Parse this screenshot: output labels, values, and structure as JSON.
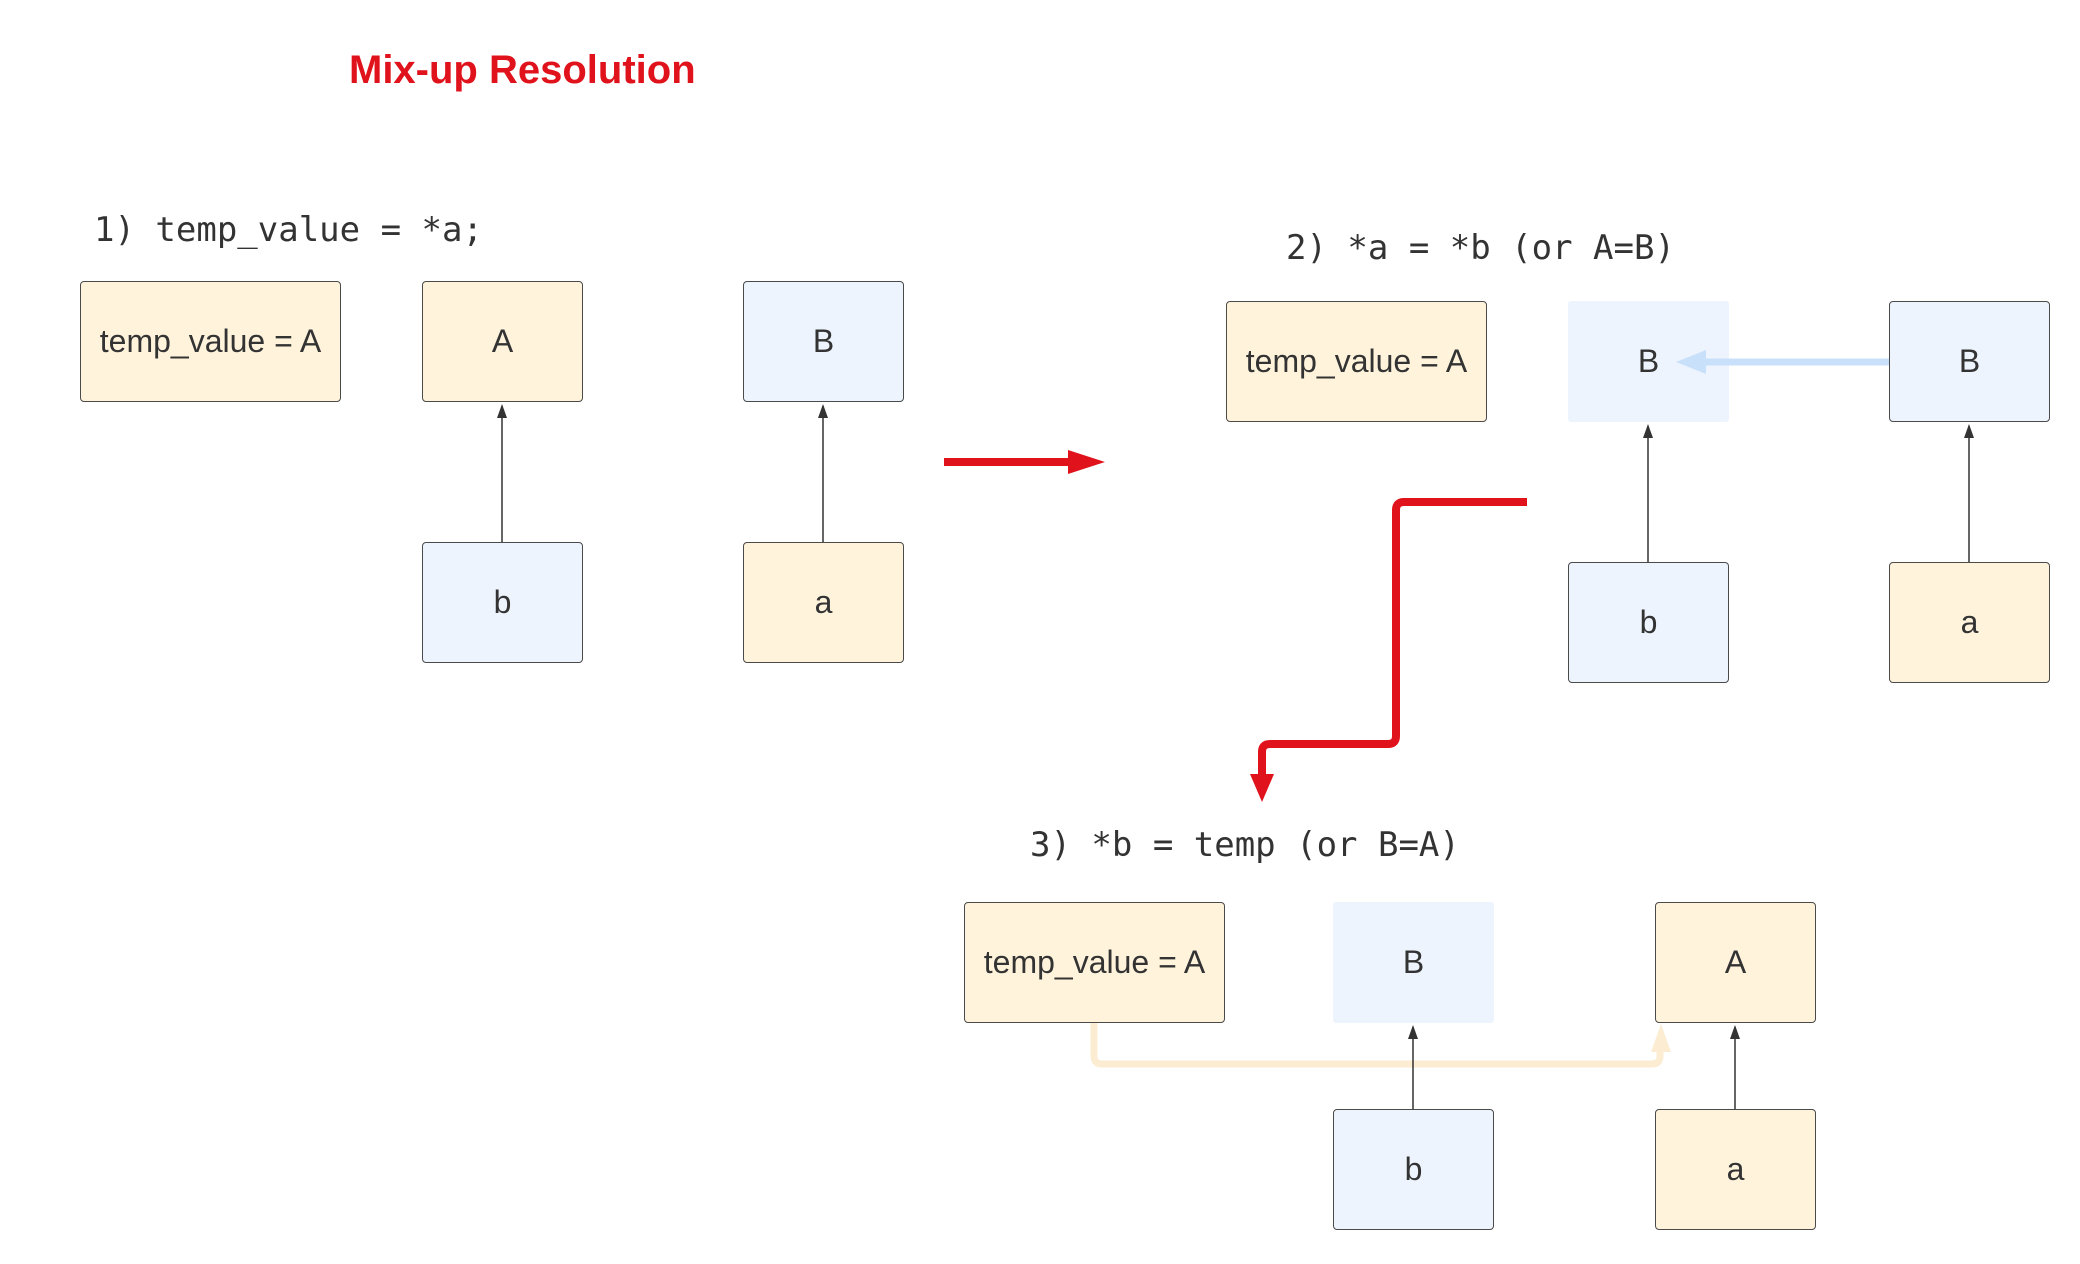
{
  "title": "Mix-up Resolution",
  "steps": {
    "step1": {
      "label": "1) temp_value = *a;",
      "temp_box": "temp_value = A",
      "box_A": "A",
      "box_B": "B",
      "box_b": "b",
      "box_a": "a"
    },
    "step2": {
      "label": "2) *a = *b (or A=B)",
      "temp_box": "temp_value = A",
      "box_B_new": "B",
      "box_B": "B",
      "box_b": "b",
      "box_a": "a"
    },
    "step3": {
      "label": "3) *b = temp (or B=A)",
      "temp_box": "temp_value = A",
      "box_B": "B",
      "box_A_new": "A",
      "box_b": "b",
      "box_a": "a"
    }
  },
  "colors": {
    "title": "#e0121b",
    "transition_arrow": "#e0121b",
    "value_A_fill": "#fff3dc",
    "value_B_fill": "#edf4fe",
    "copy_B_arrow": "#c9e0fb",
    "copy_A_arrow": "#fbecd2",
    "pointer_arrow": "#333333"
  }
}
